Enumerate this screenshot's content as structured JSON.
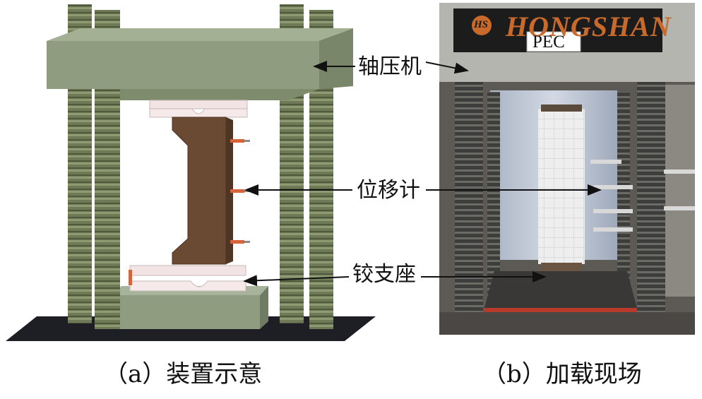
{
  "labels": {
    "press": "轴压机",
    "gauge": "位移计",
    "hinge": "铰支座"
  },
  "photo": {
    "brand": "HONGSHAN",
    "logo_text": "HS",
    "specimen_tag": "PEC"
  },
  "captions": {
    "a": "（a）装置示意",
    "b": "（b）加载现场"
  },
  "colors": {
    "frame_green": "#8f9c80",
    "column_green": "#6e7a57",
    "specimen_brown": "#6b4a34",
    "base_black": "#1d1f24",
    "photo_gray": "#b5b5b0"
  }
}
